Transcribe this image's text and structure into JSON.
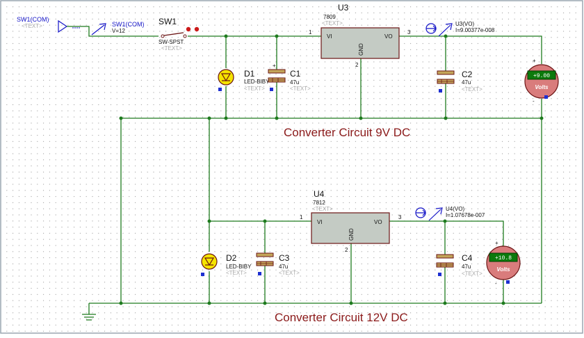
{
  "colors": {
    "wire": "#1e7b1e",
    "component_outline": "#6b1515",
    "ic_fill": "#c4cbc4",
    "title_text": "#8b1a1a",
    "probe_text": "#1515c8",
    "led_fill": "#f5e400",
    "meter_display": "#0c7a0c",
    "placeholder_text": "#a8a8a8",
    "pin_marker": "#1d2fd1"
  },
  "source": {
    "terminal_label": "SW1(COM)",
    "terminal_placeholder": "<TEXT>",
    "generator_label": "SW1(COM)",
    "generator_value": "V=12"
  },
  "switch": {
    "ref": "SW1",
    "type": "SW-SPST",
    "placeholder": "<TEXT>"
  },
  "stage_9v": {
    "title": "Converter Circuit 9V DC",
    "regulator": {
      "ref": "U3",
      "part": "7809",
      "placeholder": "<TEXT>",
      "pin_vi": "VI",
      "pin_vo": "VO",
      "pin_gnd": "GND",
      "pin1": "1",
      "pin2": "2",
      "pin3": "3"
    },
    "led": {
      "ref": "D1",
      "part": "LED-BIBY",
      "placeholder": "<TEXT>"
    },
    "cap_in": {
      "ref": "C1",
      "value": "47u",
      "placeholder": "<TEXT>"
    },
    "cap_out": {
      "ref": "C2",
      "value": "47u",
      "placeholder": "<TEXT>"
    },
    "probe": {
      "label": "U3(VO)",
      "reading": "I=9.00377e-008"
    },
    "voltmeter": {
      "display": "+9.00",
      "unit": "Volts",
      "plus": "+",
      "minus": "-"
    }
  },
  "stage_12v": {
    "title": "Converter Circuit 12V DC",
    "regulator": {
      "ref": "U4",
      "part": "7812",
      "placeholder": "<TEXT>",
      "pin_vi": "VI",
      "pin_vo": "VO",
      "pin_gnd": "GND",
      "pin1": "1",
      "pin2": "2",
      "pin3": "3"
    },
    "led": {
      "ref": "D2",
      "part": "LED-BIBY",
      "placeholder": "<TEXT>"
    },
    "cap_in": {
      "ref": "C3",
      "value": "47u",
      "placeholder": "<TEXT>"
    },
    "cap_out": {
      "ref": "C4",
      "value": "47u",
      "placeholder": "<TEXT>"
    },
    "probe": {
      "label": "U4(VO)",
      "reading": "I=1.07678e-007"
    },
    "voltmeter": {
      "display": "+10.8",
      "unit": "Volts",
      "plus": "+",
      "minus": "-"
    }
  }
}
